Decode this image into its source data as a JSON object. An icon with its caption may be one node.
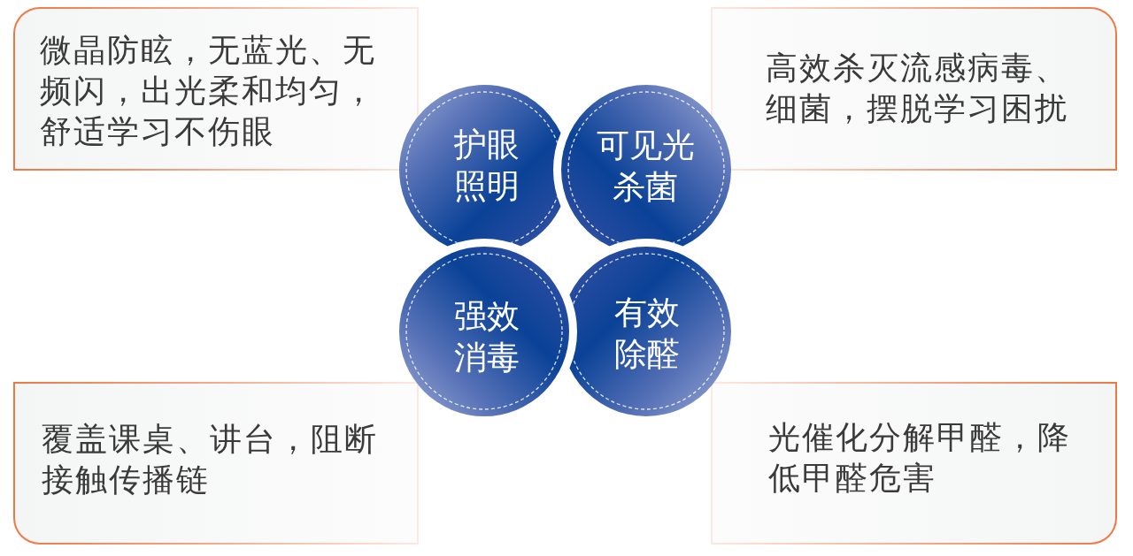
{
  "diagram": {
    "nodes": [
      {
        "text": [
          "微晶防眩，无蓝光、无频闪，出光柔和均匀，舒适学习不伤眼"
        ]
      },
      {
        "text": [
          "护眼照明"
        ]
      },
      {
        "text": [
          "可见光杀菌"
        ]
      },
      {
        "text": [
          "高效杀灭流感病毒、细菌，摆脱学习困扰"
        ]
      },
      {
        "text": [
          "强效消毒"
        ]
      },
      {
        "text": [
          "有效除醛"
        ]
      },
      {
        "text": [
          "覆盖课桌、讲台，阻断接触传播链"
        ]
      },
      {
        "text": [
          "光催化分解甲醛，降低甲醛危害"
        ]
      }
    ]
  }
}
